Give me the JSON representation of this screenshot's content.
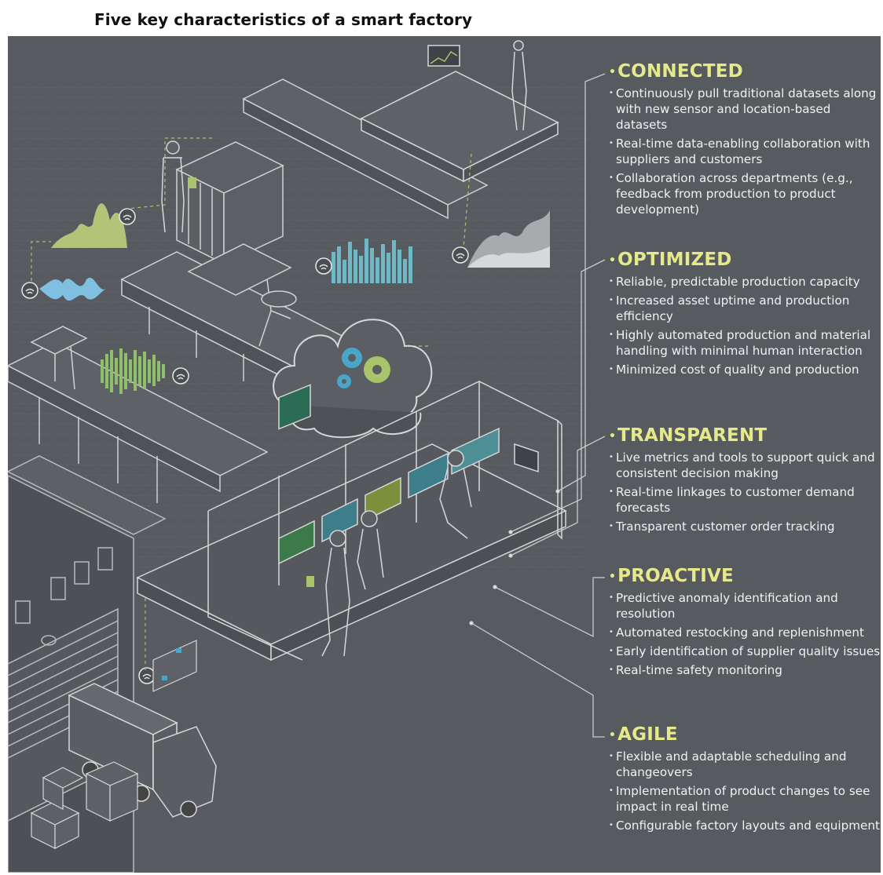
{
  "title": "Five key characteristics of a smart factory",
  "colors": {
    "background": "#575a5e",
    "heading": "#e6e98a",
    "text": "#f2f2f2",
    "line": "#c9cbcc",
    "accent_green": "#a9c46a",
    "accent_blue": "#4aa6c9"
  },
  "icons": [
    "wifi-icon",
    "gear-icon",
    "cloud-icon",
    "worker-icon",
    "monitor-icon",
    "truck-icon",
    "robot-arm-icon",
    "conveyor-icon"
  ],
  "sections": [
    {
      "heading": "CONNECTED",
      "items": [
        "Continuously pull traditional datasets along with new sensor and location-based datasets",
        "Real-time data-enabling collaboration with suppliers and customers",
        "Collaboration across departments (e.g., feedback from production to product development)"
      ]
    },
    {
      "heading": "OPTIMIZED",
      "items": [
        "Reliable, predictable production capacity",
        "Increased asset uptime and production efficiency",
        "Highly automated production and material handling with minimal human interaction",
        "Minimized cost of quality and production"
      ]
    },
    {
      "heading": "TRANSPARENT",
      "items": [
        "Live metrics and tools to support quick and consistent decision making",
        "Real-time linkages to customer demand forecasts",
        "Transparent customer order tracking"
      ]
    },
    {
      "heading": "PROACTIVE",
      "items": [
        "Predictive anomaly identification and resolution",
        "Automated restocking and replenishment",
        "Early identification of supplier quality issues",
        "Real-time safety monitoring"
      ]
    },
    {
      "heading": "AGILE",
      "items": [
        "Flexible and adaptable scheduling and changeovers",
        "Implementation of product changes to see impact in real time",
        "Configurable factory layouts and equipment"
      ]
    }
  ]
}
